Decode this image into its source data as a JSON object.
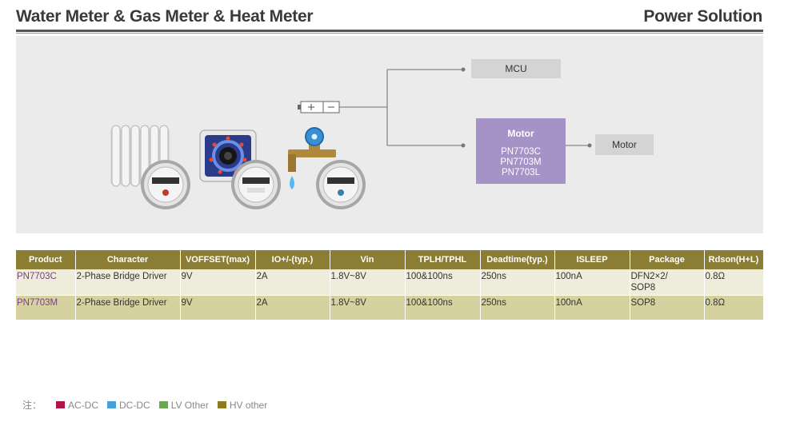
{
  "header": {
    "title": "Water Meter & Gas Meter & Heat Meter",
    "section": "Power Solution"
  },
  "diagram": {
    "mcu_label": "MCU",
    "motor_title": "Motor",
    "motor_parts": [
      "PN7703C",
      "PN7703M",
      "PN7703L"
    ],
    "motor_output_label": "Motor",
    "battery_symbol": "+ −",
    "icons": [
      "radiator-icon",
      "gas-stove-icon",
      "water-tap-icon",
      "heat-meter-icon",
      "gas-meter-icon",
      "water-meter-icon",
      "battery-icon"
    ]
  },
  "table": {
    "headers": [
      "Product",
      "Character",
      "VOFFSET(max)",
      "IO+/-(typ.)",
      "Vin",
      "TPLH/TPHL",
      "Deadtime(typ.)",
      "ISLEEP",
      "Package",
      "Rdson(H+L)"
    ],
    "rows": [
      [
        "PN7703C",
        "2-Phase Bridge Driver",
        "9V",
        "2A",
        "1.8V~8V",
        "100&100ns",
        "250ns",
        "100nA",
        "DFN2×2/\nSOP8",
        "0.8Ω"
      ],
      [
        "PN7703M",
        "2-Phase Bridge Driver",
        "9V",
        "2A",
        "1.8V~8V",
        "100&100ns",
        "250ns",
        "100nA",
        "SOP8",
        "0.8Ω"
      ]
    ]
  },
  "legend": {
    "note": "注：",
    "items": [
      {
        "label": "AC-DC",
        "color": "#b0124a"
      },
      {
        "label": "DC-DC",
        "color": "#4a9fd8"
      },
      {
        "label": "LV Other",
        "color": "#6aaa4c"
      },
      {
        "label": "HV other",
        "color": "#8b7d1e"
      }
    ]
  },
  "colors": {
    "table_header": "#8b7d33",
    "row_light": "#eeecda",
    "row_dark": "#d6d2a0",
    "motor_box": "#a592c6",
    "product_link": "#7a3d8a"
  }
}
